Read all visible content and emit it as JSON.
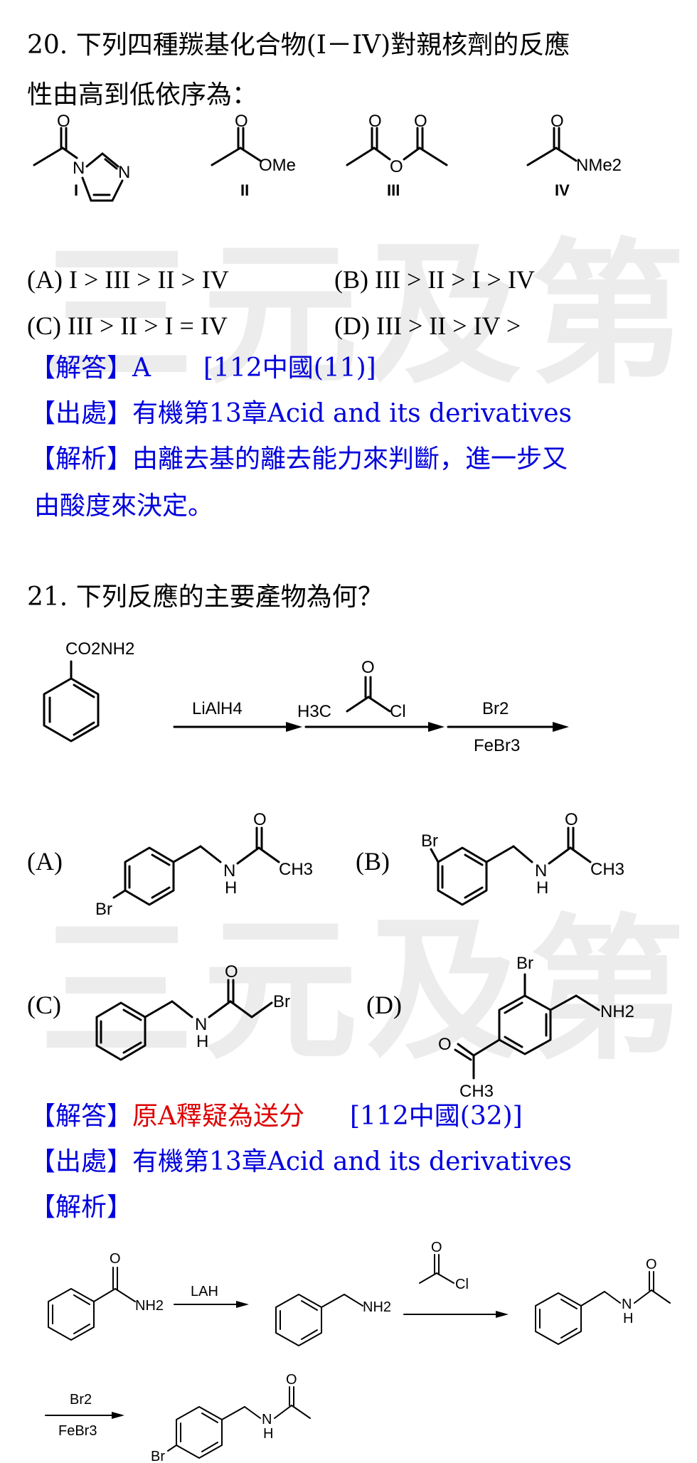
{
  "watermark": "三元及第",
  "q20": {
    "stem_line1": "20. 下列四種羰基化合物(I－IV)對親核劑的反應",
    "stem_line2": "性由高到低依序為：",
    "structures": [
      {
        "label": "I",
        "atoms": [
          "O",
          "N",
          "N"
        ]
      },
      {
        "label": "II",
        "atoms": [
          "O",
          "OMe"
        ]
      },
      {
        "label": "III",
        "atoms": [
          "O",
          "O",
          "O"
        ]
      },
      {
        "label": "IV",
        "atoms": [
          "O",
          "NMe2"
        ]
      }
    ],
    "options": {
      "A": "(A) I > III > II > IV",
      "B": "(B) III > II > I > IV",
      "C": "(C) III > II > I = IV",
      "D": "(D) III > II > IV >"
    },
    "answer_tag": "【解答】",
    "answer": "A",
    "answer_source": "[112中國(11)]",
    "source_tag": "【出處】",
    "source": "有機第13章Acid and its derivatives",
    "analysis_tag": "【解析】",
    "analysis_line1": "由離去基的離去能力來判斷，進一步又",
    "analysis_line2": "由酸度來決定。"
  },
  "q21": {
    "stem": "21. 下列反應的主要產物為何？",
    "reaction": {
      "start_group": "CO2NH2",
      "reagent1": "LiAlH4",
      "reagent2_atoms": [
        "O",
        "H3C",
        "Cl"
      ],
      "reagent3_top": "Br2",
      "reagent3_bottom": "FeBr3"
    },
    "options": [
      {
        "label": "(A)",
        "atoms": [
          "Br",
          "O",
          "N",
          "H",
          "CH3"
        ]
      },
      {
        "label": "(B)",
        "atoms": [
          "Br",
          "O",
          "N",
          "H",
          "CH3"
        ]
      },
      {
        "label": "(C)",
        "atoms": [
          "O",
          "N",
          "H",
          "Br"
        ]
      },
      {
        "label": "(D)",
        "atoms": [
          "Br",
          "NH2",
          "O",
          "CH3"
        ]
      }
    ],
    "answer_tag": "【解答】",
    "answer": "原A釋疑為送分",
    "answer_source": "[112中國(32)]",
    "source_tag": "【出處】",
    "source": "有機第13章Acid and its derivatives",
    "analysis_tag": "【解析】",
    "scheme": {
      "step1_reagent": "LAH",
      "step2_atoms": [
        "O",
        "Cl"
      ],
      "step3_top": "Br2",
      "step3_bottom": "FeBr3",
      "atoms": [
        "O",
        "NH2",
        "NH2",
        "O",
        "N",
        "H",
        "O",
        "N",
        "H",
        "Br"
      ]
    }
  },
  "colors": {
    "answer_blue": "#0000dd",
    "answer_red": "#dd0000",
    "watermark": "#ececec"
  }
}
